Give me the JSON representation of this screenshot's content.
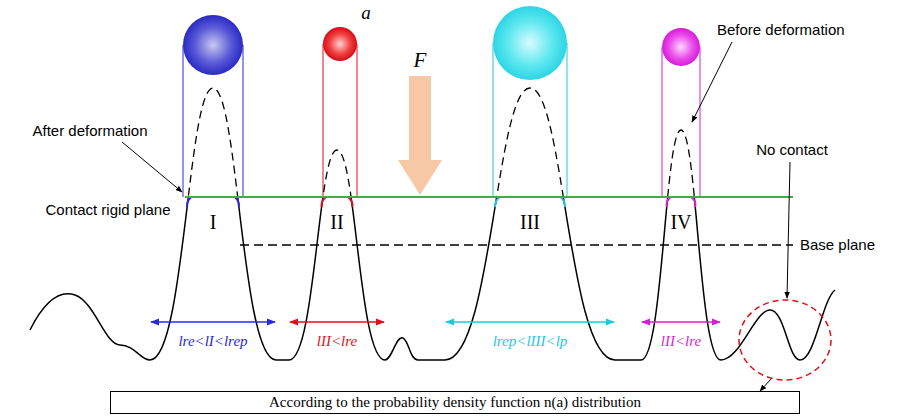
{
  "diagram": {
    "nodes": [
      {
        "text": [
          "According to the probability density function n(a) distribution"
        ]
      }
    ],
    "edges": [],
    "labels": [
      "a",
      "Before deformation",
      "After deformation",
      "F",
      "Contact rigid plane",
      "I",
      "II",
      "III",
      "IV",
      "Base plane",
      "No contact",
      "lre<lI<lrep",
      "lII<lre",
      "lrep<lIII<lp",
      "lII<lre"
    ]
  }
}
